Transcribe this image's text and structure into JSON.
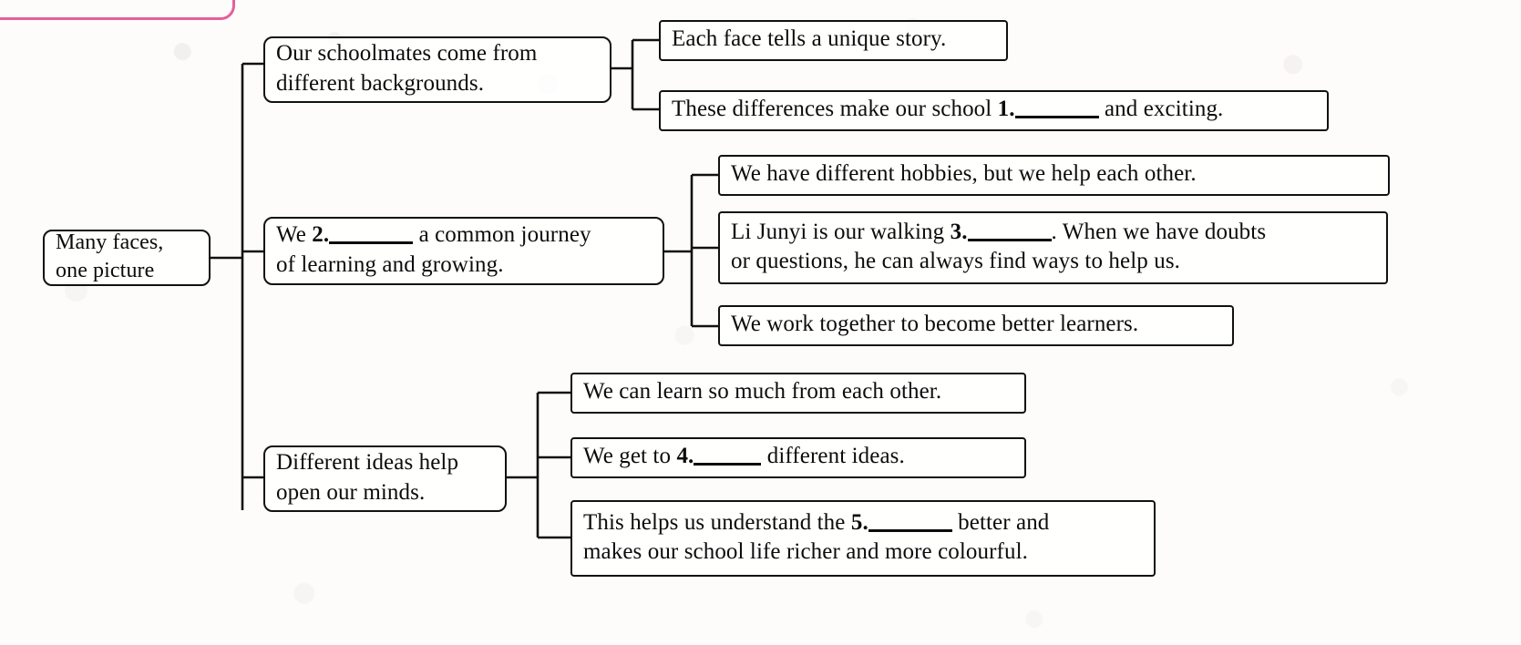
{
  "diagram": {
    "type": "mind-map",
    "title": "Many faces, one picture",
    "root": {
      "id": "root",
      "label_line1": "Many faces,",
      "label_line2": "one picture"
    },
    "branches": [
      {
        "id": "branch-1",
        "label_line1": "Our schoolmates come from",
        "label_line2": "different backgrounds.",
        "leaves": [
          {
            "id": "leaf-1-1",
            "parts": [
              {
                "kind": "text",
                "value": "Each face tells a unique story."
              }
            ]
          },
          {
            "id": "leaf-1-2",
            "parts": [
              {
                "kind": "text",
                "value": "These differences make our school "
              },
              {
                "kind": "number",
                "value": "1."
              },
              {
                "kind": "blank",
                "size": "md"
              },
              {
                "kind": "text",
                "value": "and exciting."
              }
            ]
          }
        ]
      },
      {
        "id": "branch-2",
        "parts": [
          {
            "kind": "text",
            "value": "We "
          },
          {
            "kind": "number",
            "value": "2."
          },
          {
            "kind": "blank",
            "size": "md"
          },
          {
            "kind": "text",
            "value": "a common journey"
          },
          {
            "kind": "break"
          },
          {
            "kind": "text",
            "value": "of learning and growing."
          }
        ],
        "leaves": [
          {
            "id": "leaf-2-1",
            "parts": [
              {
                "kind": "text",
                "value": "We have different hobbies, but we help each other."
              }
            ]
          },
          {
            "id": "leaf-2-2",
            "parts": [
              {
                "kind": "text",
                "value": "Li Junyi is our walking "
              },
              {
                "kind": "number",
                "value": "3."
              },
              {
                "kind": "blank",
                "size": "md"
              },
              {
                "kind": "text",
                "value": ". When we have doubts"
              },
              {
                "kind": "break"
              },
              {
                "kind": "text",
                "value": "or questions, he can always find ways to help us."
              }
            ]
          },
          {
            "id": "leaf-2-3",
            "parts": [
              {
                "kind": "text",
                "value": "We work together to become better learners."
              }
            ]
          }
        ]
      },
      {
        "id": "branch-3",
        "label_line1": "Different ideas help",
        "label_line2": "open our minds.",
        "leaves": [
          {
            "id": "leaf-3-1",
            "parts": [
              {
                "kind": "text",
                "value": "We can learn so much from each other."
              }
            ]
          },
          {
            "id": "leaf-3-2",
            "parts": [
              {
                "kind": "text",
                "value": "We get to "
              },
              {
                "kind": "number",
                "value": "4."
              },
              {
                "kind": "blank",
                "size": "sm"
              },
              {
                "kind": "text",
                "value": "different ideas."
              }
            ]
          },
          {
            "id": "leaf-3-3",
            "parts": [
              {
                "kind": "text",
                "value": "This helps us understand the "
              },
              {
                "kind": "number",
                "value": "5."
              },
              {
                "kind": "blank",
                "size": "md"
              },
              {
                "kind": "text",
                "value": "better and"
              },
              {
                "kind": "break"
              },
              {
                "kind": "text",
                "value": "makes our school life richer and more colourful."
              }
            ]
          }
        ]
      }
    ],
    "blanks_count": 5,
    "annotation": {
      "pink_highlight_rect": "#e3609a"
    }
  },
  "text_plain": {
    "root": "Many faces, one picture",
    "b1": "Our schoolmates come from different backgrounds.",
    "b1l1": "Each face tells a unique story.",
    "b1l2": "These differences make our school 1. ______ and exciting.",
    "b2": "We 2. ______ a common journey of learning and growing.",
    "b2l1": "We have different hobbies, but we help each other.",
    "b2l2": "Li Junyi is our walking 3. ______ . When we have doubts or questions, he can always find ways to help us.",
    "b2l3": "We work together to become better learners.",
    "b3": "Different ideas help open our minds.",
    "b3l1": "We can learn so much from each other.",
    "b3l2": "We get to 4. ______ different ideas.",
    "b3l3": "This helps us understand the 5. ______ better and makes our school life richer and more colourful."
  }
}
